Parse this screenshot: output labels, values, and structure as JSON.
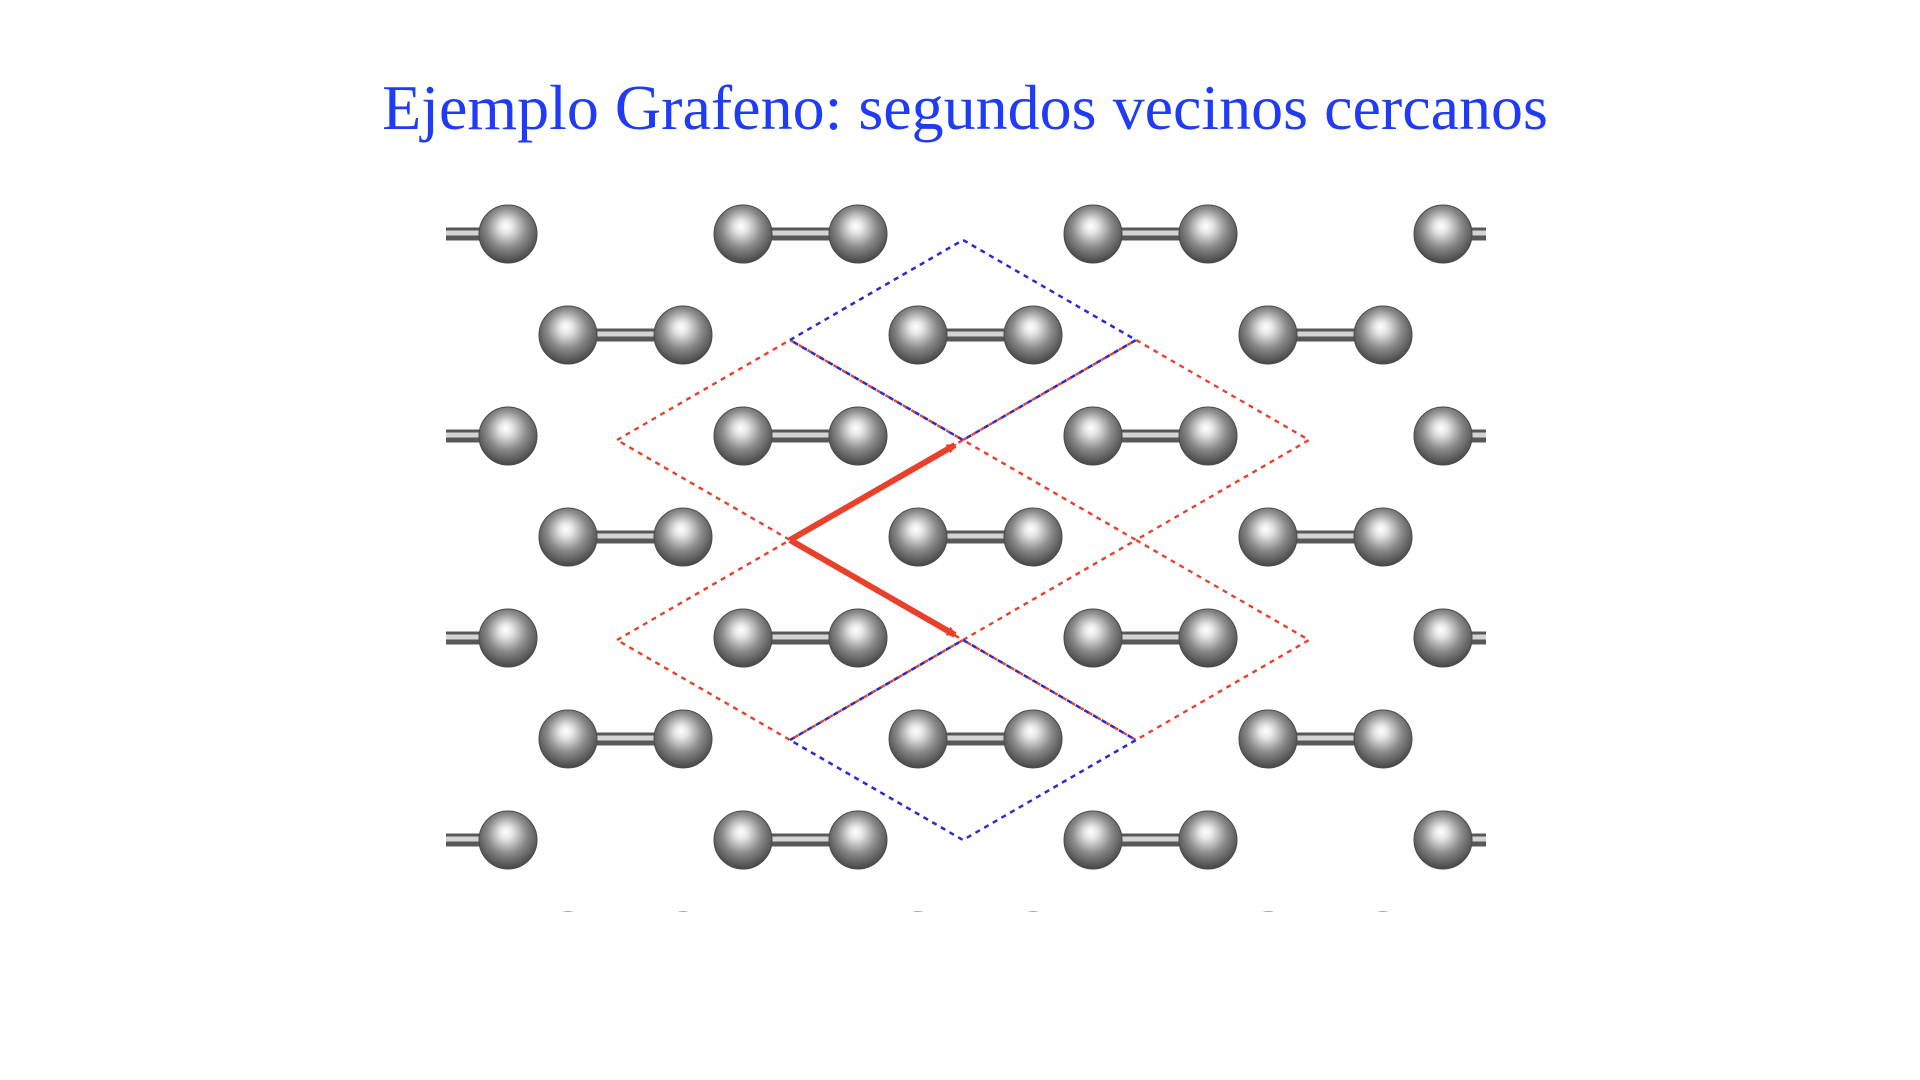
{
  "slide": {
    "title": "Ejemplo Grafeno: segundos vecinos cercanos"
  },
  "colors": {
    "title": "#1f3bf5",
    "bond": "#8c8c8c",
    "atom": "#6d6d6d",
    "primitive_cell": "#1e2fe0",
    "neighbor_cells": "#e8402a",
    "lattice_vectors": "#e8402a"
  },
  "lattice": {
    "structure": "graphene honeycomb",
    "atom_icon": "carbon-atom-sphere"
  }
}
